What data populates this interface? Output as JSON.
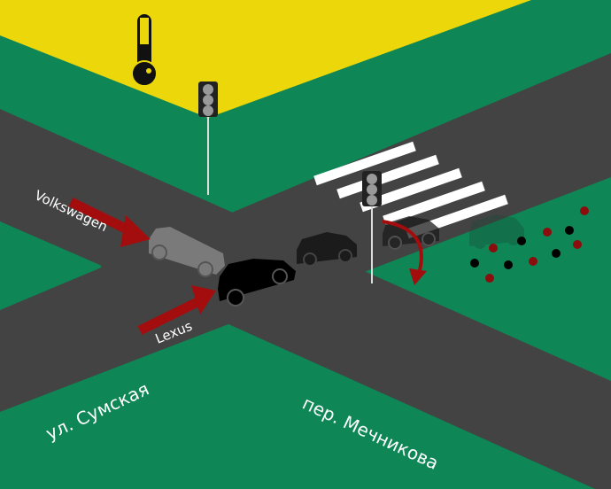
{
  "labels": {
    "volkswagen": "Volkswagen",
    "lexus": "Lexus",
    "street_sumskaya": "ул. Сумская",
    "street_mechnikova": "пер. Мечникова"
  },
  "colors": {
    "grass": "#0e8655",
    "yard": "#ecd80a",
    "road": "#434343",
    "arrow": "#a30d0d",
    "stripe": "#ffffff"
  },
  "icons": [
    "thermometer-icon",
    "traffic-light-icon",
    "car-icon",
    "arrow-icon",
    "curved-arrow-icon"
  ]
}
